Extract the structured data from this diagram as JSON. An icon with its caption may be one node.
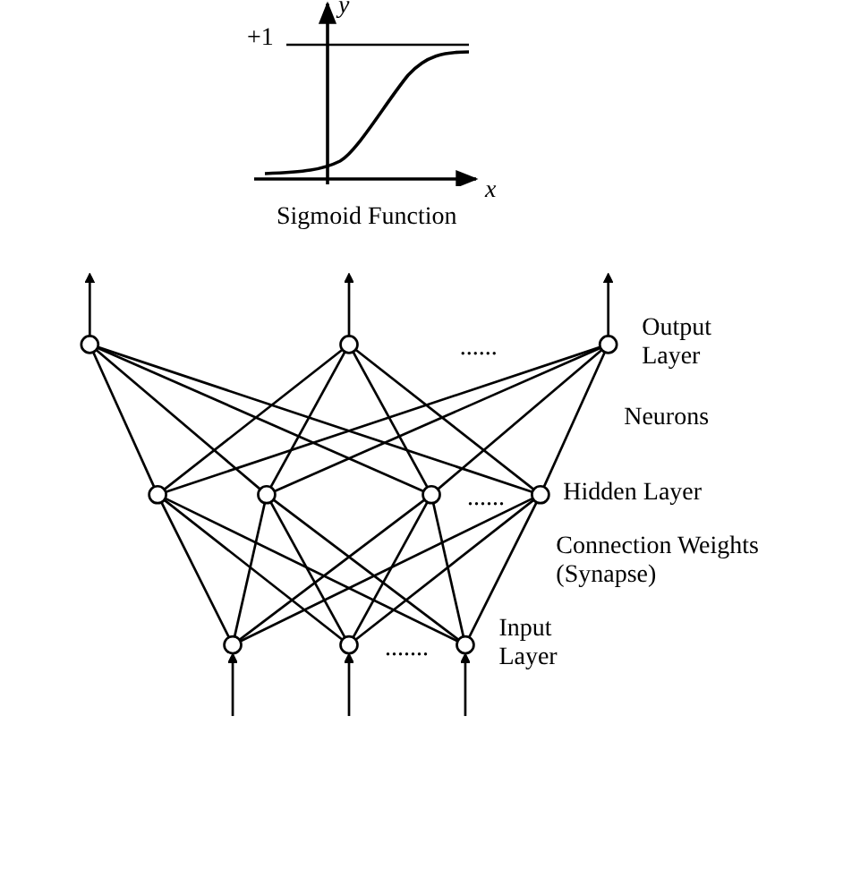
{
  "diagram": {
    "nodes": [
      {
        "text": [],
        "shape": "circle"
      },
      {
        "text": [],
        "shape": "circle"
      },
      {
        "text": [],
        "shape": "circle"
      },
      {
        "text": [],
        "shape": "circle"
      },
      {
        "text": [],
        "shape": "circle"
      },
      {
        "text": [],
        "shape": "circle"
      },
      {
        "text": [],
        "shape": "circle"
      },
      {
        "text": [],
        "shape": "circle"
      },
      {
        "text": [],
        "shape": "circle"
      },
      {
        "text": [],
        "shape": "circle"
      }
    ],
    "edges": [
      {
        "from": 0,
        "to": null,
        "arrow": "to"
      },
      {
        "from": 1,
        "to": null,
        "arrow": "to"
      },
      {
        "from": 2,
        "to": null,
        "arrow": "to"
      },
      {
        "from": 3,
        "to": 0,
        "arrow": "none"
      },
      {
        "from": 4,
        "to": 0,
        "arrow": "none"
      },
      {
        "from": 5,
        "to": 0,
        "arrow": "none"
      },
      {
        "from": 6,
        "to": 0,
        "arrow": "none"
      },
      {
        "from": 3,
        "to": 1,
        "arrow": "none"
      },
      {
        "from": 4,
        "to": 1,
        "arrow": "none"
      },
      {
        "from": 5,
        "to": 1,
        "arrow": "none"
      },
      {
        "from": 6,
        "to": 1,
        "arrow": "none"
      },
      {
        "from": 3,
        "to": 2,
        "arrow": "none"
      },
      {
        "from": 4,
        "to": 2,
        "arrow": "none"
      },
      {
        "from": 5,
        "to": 2,
        "arrow": "none"
      },
      {
        "from": 6,
        "to": 2,
        "arrow": "none"
      },
      {
        "from": 7,
        "to": 3,
        "arrow": "none"
      },
      {
        "from": 8,
        "to": 3,
        "arrow": "none"
      },
      {
        "from": 9,
        "to": 3,
        "arrow": "none"
      },
      {
        "from": 7,
        "to": 4,
        "arrow": "none"
      },
      {
        "from": 8,
        "to": 4,
        "arrow": "none"
      },
      {
        "from": 9,
        "to": 4,
        "arrow": "none"
      },
      {
        "from": 7,
        "to": 5,
        "arrow": "none"
      },
      {
        "from": 8,
        "to": 5,
        "arrow": "none"
      },
      {
        "from": 9,
        "to": 5,
        "arrow": "none"
      },
      {
        "from": 7,
        "to": 6,
        "arrow": "none"
      },
      {
        "from": 8,
        "to": 6,
        "arrow": "none"
      },
      {
        "from": 9,
        "to": 6,
        "arrow": "none"
      },
      {
        "from": null,
        "to": 7,
        "arrow": "to"
      },
      {
        "from": null,
        "to": 8,
        "arrow": "to"
      },
      {
        "from": null,
        "to": 9,
        "arrow": "to"
      }
    ],
    "labels": [
      "y",
      "+1",
      "x",
      "Sigmoid Function",
      "Output Layer",
      "......",
      "Neurons",
      "Hidden Layer",
      "......",
      "Connection Weights (Synapse)",
      "Input Layer",
      "......."
    ]
  }
}
